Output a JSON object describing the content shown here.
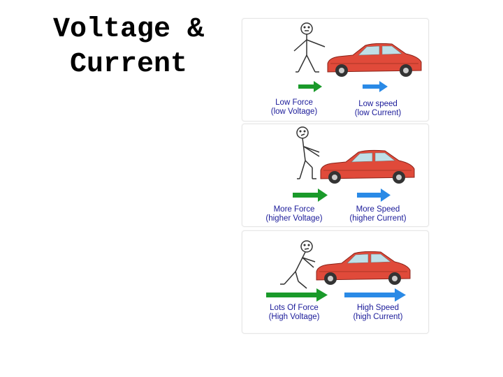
{
  "title": {
    "line1": "Voltage &",
    "line2": "Current"
  },
  "colors": {
    "force_arrow": "#1a9a2a",
    "speed_arrow": "#2a8ae6",
    "car_body": "#e04a3a",
    "label_text": "#1a1a99"
  },
  "panels": [
    {
      "force": {
        "line1": "Low Force",
        "line2": "(low Voltage)"
      },
      "speed": {
        "line1": "Low speed",
        "line2": "(low Current)"
      },
      "arrow_level": "short"
    },
    {
      "force": {
        "line1": "More Force",
        "line2": "(higher Voltage)"
      },
      "speed": {
        "line1": "More Speed",
        "line2": "(higher Current)"
      },
      "arrow_level": "medium"
    },
    {
      "force": {
        "line1": "Lots Of Force",
        "line2": "(High Voltage)"
      },
      "speed": {
        "line1": "High Speed",
        "line2": "(high Current)"
      },
      "arrow_level": "long"
    }
  ]
}
